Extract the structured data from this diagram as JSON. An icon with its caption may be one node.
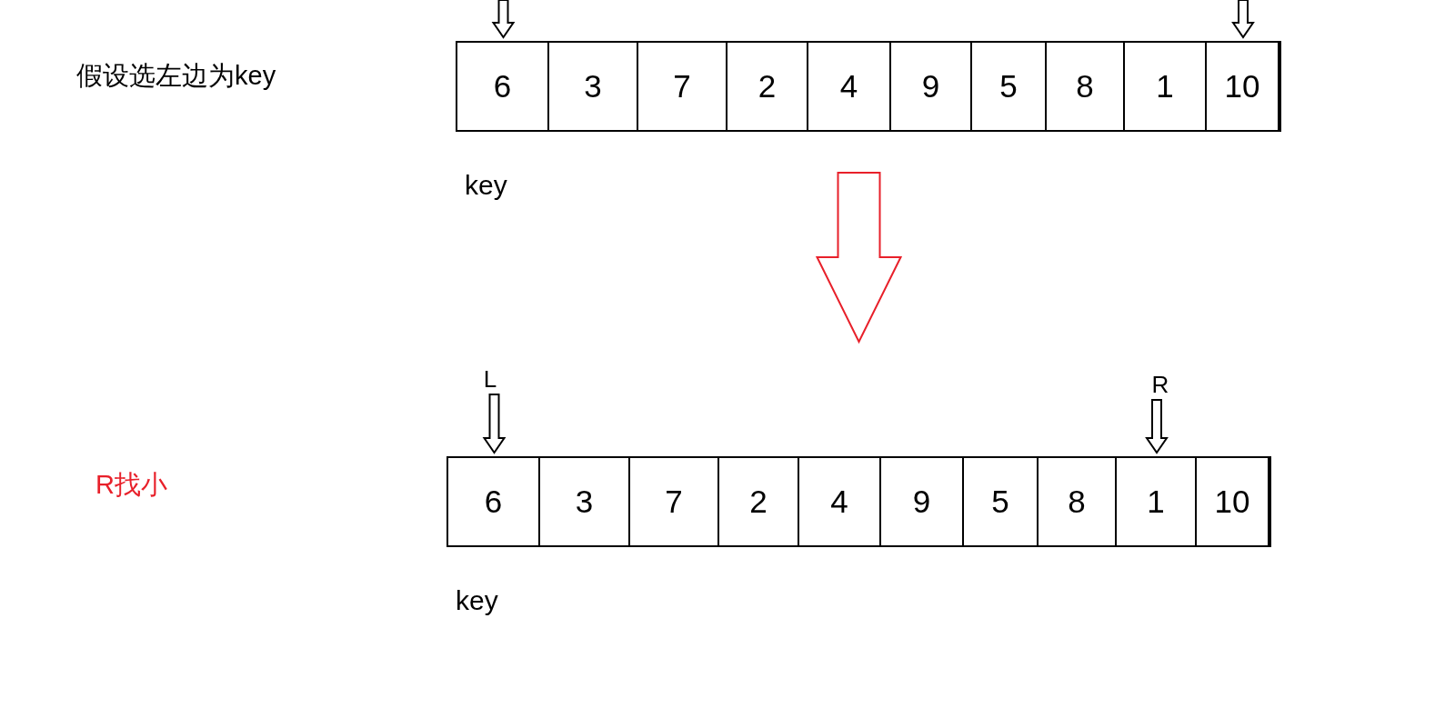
{
  "diagram": {
    "nodes": [
      {
        "text": [],
        "shape": "box"
      },
      {
        "text": [
          "6"
        ],
        "in": 0,
        "beside": [
          "key"
        ]
      },
      {
        "text": [
          "3"
        ],
        "in": 0
      },
      {
        "text": [
          "7"
        ],
        "in": 0
      },
      {
        "text": [
          "2"
        ],
        "in": 0
      },
      {
        "text": [
          "4"
        ],
        "in": 0
      },
      {
        "text": [
          "9"
        ],
        "in": 0
      },
      {
        "text": [
          "5"
        ],
        "in": 0
      },
      {
        "text": [
          "8"
        ],
        "in": 0
      },
      {
        "text": [
          "1"
        ],
        "in": 0
      },
      {
        "text": [
          "10"
        ],
        "in": 0
      },
      {
        "text": [],
        "shape": "box"
      },
      {
        "text": [
          "6"
        ],
        "in": 11,
        "beside": [
          "key"
        ]
      },
      {
        "text": [
          "3"
        ],
        "in": 11
      },
      {
        "text": [
          "7"
        ],
        "in": 11
      },
      {
        "text": [
          "2"
        ],
        "in": 11
      },
      {
        "text": [
          "4"
        ],
        "in": 11
      },
      {
        "text": [
          "9"
        ],
        "in": 11
      },
      {
        "text": [
          "5"
        ],
        "in": 11
      },
      {
        "text": [
          "8"
        ],
        "in": 11
      },
      {
        "text": [
          "1"
        ],
        "in": 11
      },
      {
        "text": [
          "10"
        ],
        "in": 11
      },
      {
        "text": [
          "L"
        ]
      },
      {
        "text": [
          "R"
        ]
      }
    ],
    "edges": [
      {
        "from": null,
        "to": 1,
        "arrow": "to"
      },
      {
        "from": null,
        "to": 10,
        "arrow": "to"
      },
      {
        "from": 0,
        "to": 11,
        "arrow": "to",
        "color": "#e8202a"
      },
      {
        "from": 22,
        "to": 12,
        "arrow": "to"
      },
      {
        "from": 23,
        "to": 20,
        "arrow": "to"
      }
    ],
    "labels": [
      "假设选左边为key",
      "R找小"
    ]
  }
}
